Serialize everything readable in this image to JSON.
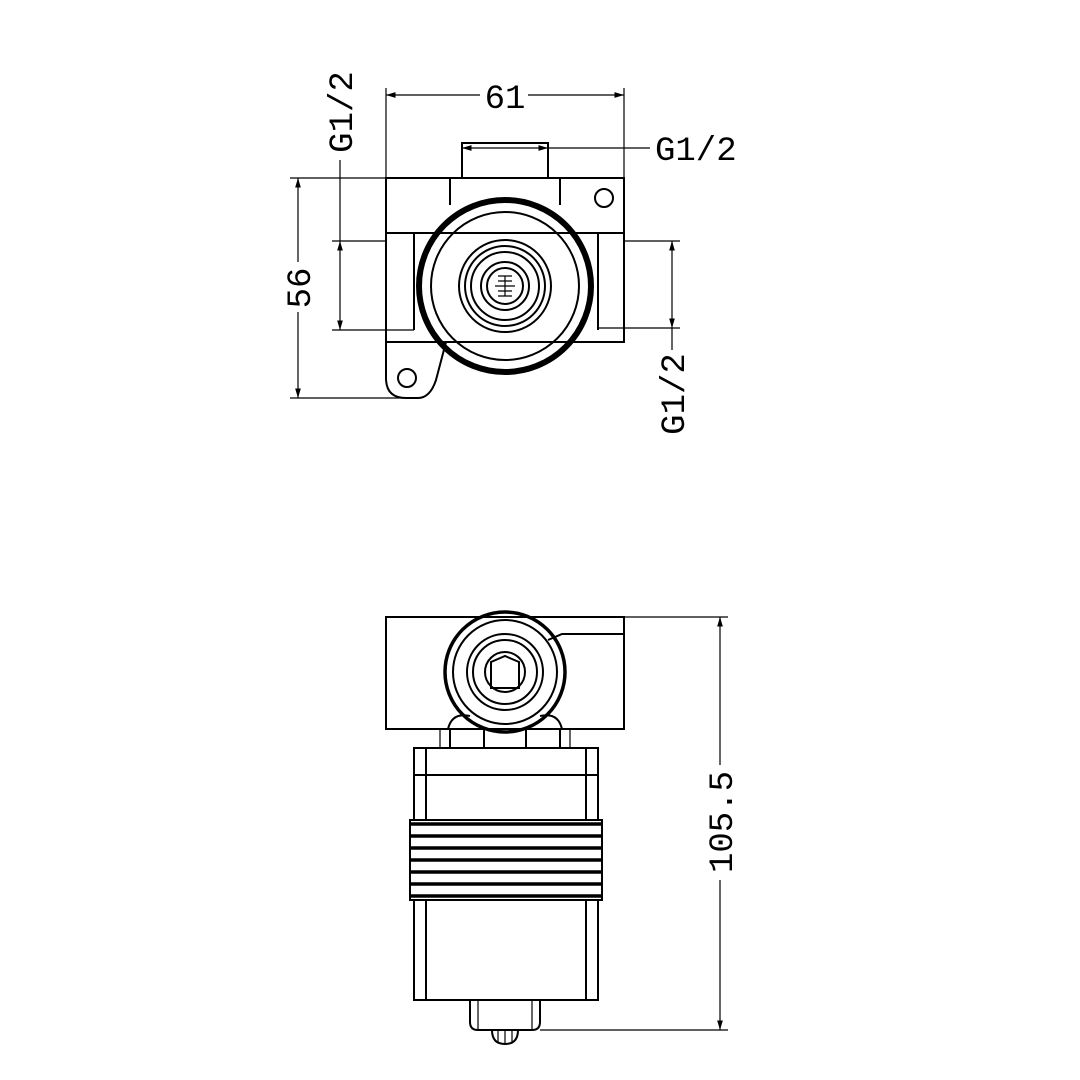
{
  "dimensions": {
    "top_width": "61",
    "top_height": "56",
    "top_port": "G1/2",
    "left_port": "G1/2",
    "right_port": "G1/2",
    "overall_depth": "105.5"
  }
}
